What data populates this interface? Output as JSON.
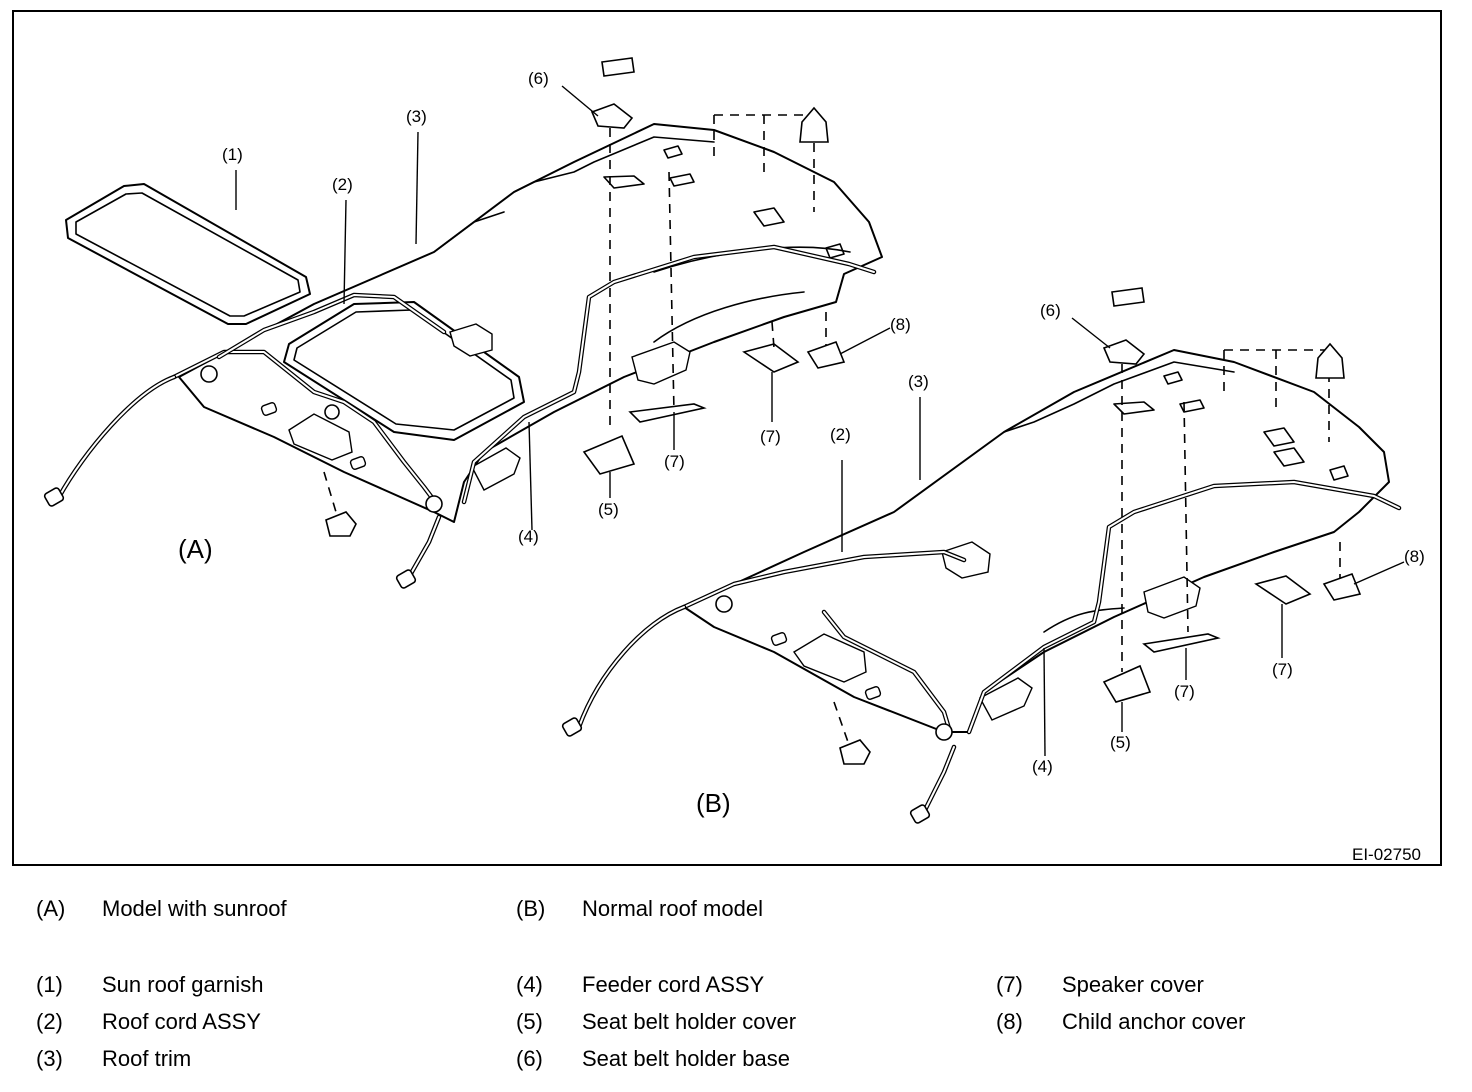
{
  "figure": {
    "id": "EI-02750",
    "variants": [
      {
        "code": "(A)",
        "description": "Model with sunroof"
      },
      {
        "code": "(B)",
        "description": "Normal roof model"
      }
    ],
    "callouts": [
      {
        "code": "(1)",
        "description": "Sun roof garnish"
      },
      {
        "code": "(2)",
        "description": "Roof cord ASSY"
      },
      {
        "code": "(3)",
        "description": "Roof trim"
      },
      {
        "code": "(4)",
        "description": "Feeder cord ASSY"
      },
      {
        "code": "(5)",
        "description": "Seat belt holder cover"
      },
      {
        "code": "(6)",
        "description": "Seat belt holder base"
      },
      {
        "code": "(7)",
        "description": "Speaker cover"
      },
      {
        "code": "(8)",
        "description": "Child anchor cover"
      }
    ]
  }
}
